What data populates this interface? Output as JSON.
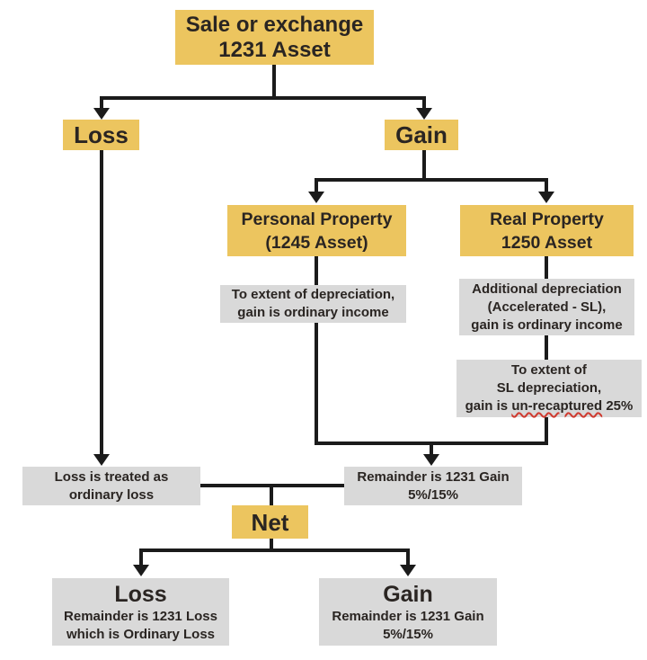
{
  "colors": {
    "node_fill_gold": "#ecc55f",
    "note_fill_gray": "#d9d9d9",
    "connector_black": "#1b1b1b",
    "text_dark": "#2a2522",
    "spellcheck_red": "#cf3a2f",
    "background": "#ffffff"
  },
  "nodes": {
    "root": {
      "line1": "Sale or exchange",
      "line2": "1231 Asset"
    },
    "loss_branch": {
      "label": "Loss"
    },
    "gain_branch": {
      "label": "Gain"
    },
    "personal_property": {
      "line1": "Personal Property",
      "line2": "(1245 Asset)"
    },
    "real_property": {
      "line1": "Real Property",
      "line2": "1250 Asset"
    },
    "pp_depreciation_note": {
      "line1": "To extent of depreciation,",
      "line2": "gain is ordinary income"
    },
    "rp_additional_depreciation_note": {
      "line1": "Additional depreciation",
      "line2": "(Accelerated - SL),",
      "line3": "gain is ordinary income"
    },
    "rp_sl_depreciation_note": {
      "line1": "To extent of",
      "line2": "SL depreciation,",
      "line3_pre": "gain is",
      "line3_word": "un-recaptured",
      "line3_post": "25%"
    },
    "ordinary_loss_note": {
      "line1": "Loss is treated as",
      "line2": "ordinary loss"
    },
    "remainder_gain_note": {
      "line1": "Remainder is 1231 Gain",
      "line2": "5%/15%"
    },
    "net": {
      "label": "Net"
    },
    "net_loss_result": {
      "title": "Loss",
      "line1": "Remainder is 1231 Loss",
      "line2": "which is Ordinary Loss"
    },
    "net_gain_result": {
      "title": "Gain",
      "line1": "Remainder is 1231 Gain",
      "line2": "5%/15%"
    }
  }
}
